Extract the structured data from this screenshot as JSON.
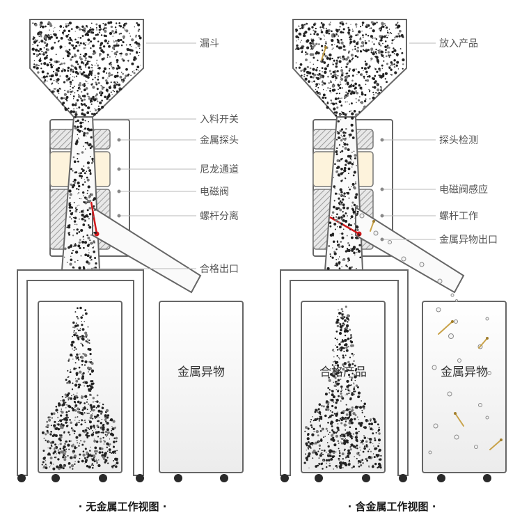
{
  "left_view": {
    "caption": "· 无金属工作视图 ·",
    "labels": {
      "hopper": "漏斗",
      "feed_switch": "入料开关",
      "metal_probe": "金属探头",
      "nylon_channel": "尼龙通道",
      "solenoid_valve": "电磁阀",
      "screw_separation": "螺杆分离",
      "qualified_outlet": "合格出口"
    },
    "reject_bin_label": "金属异物"
  },
  "right_view": {
    "caption": "· 含金属工作视图 ·",
    "labels": {
      "place_product": "放入产品",
      "probe_detect": "探头检测",
      "valve_sense": "电磁阀感应",
      "screw_working": "螺杆工作",
      "metal_outlet": "金属异物出口"
    },
    "qualified_bin_label": "合格产品",
    "reject_bin_label": "金属异物"
  },
  "colors": {
    "frame": "#666666",
    "particle": "#222222",
    "nylon": "#fdf3dc",
    "gate": "#d0181b",
    "metal_pin": "#c9a34a"
  }
}
